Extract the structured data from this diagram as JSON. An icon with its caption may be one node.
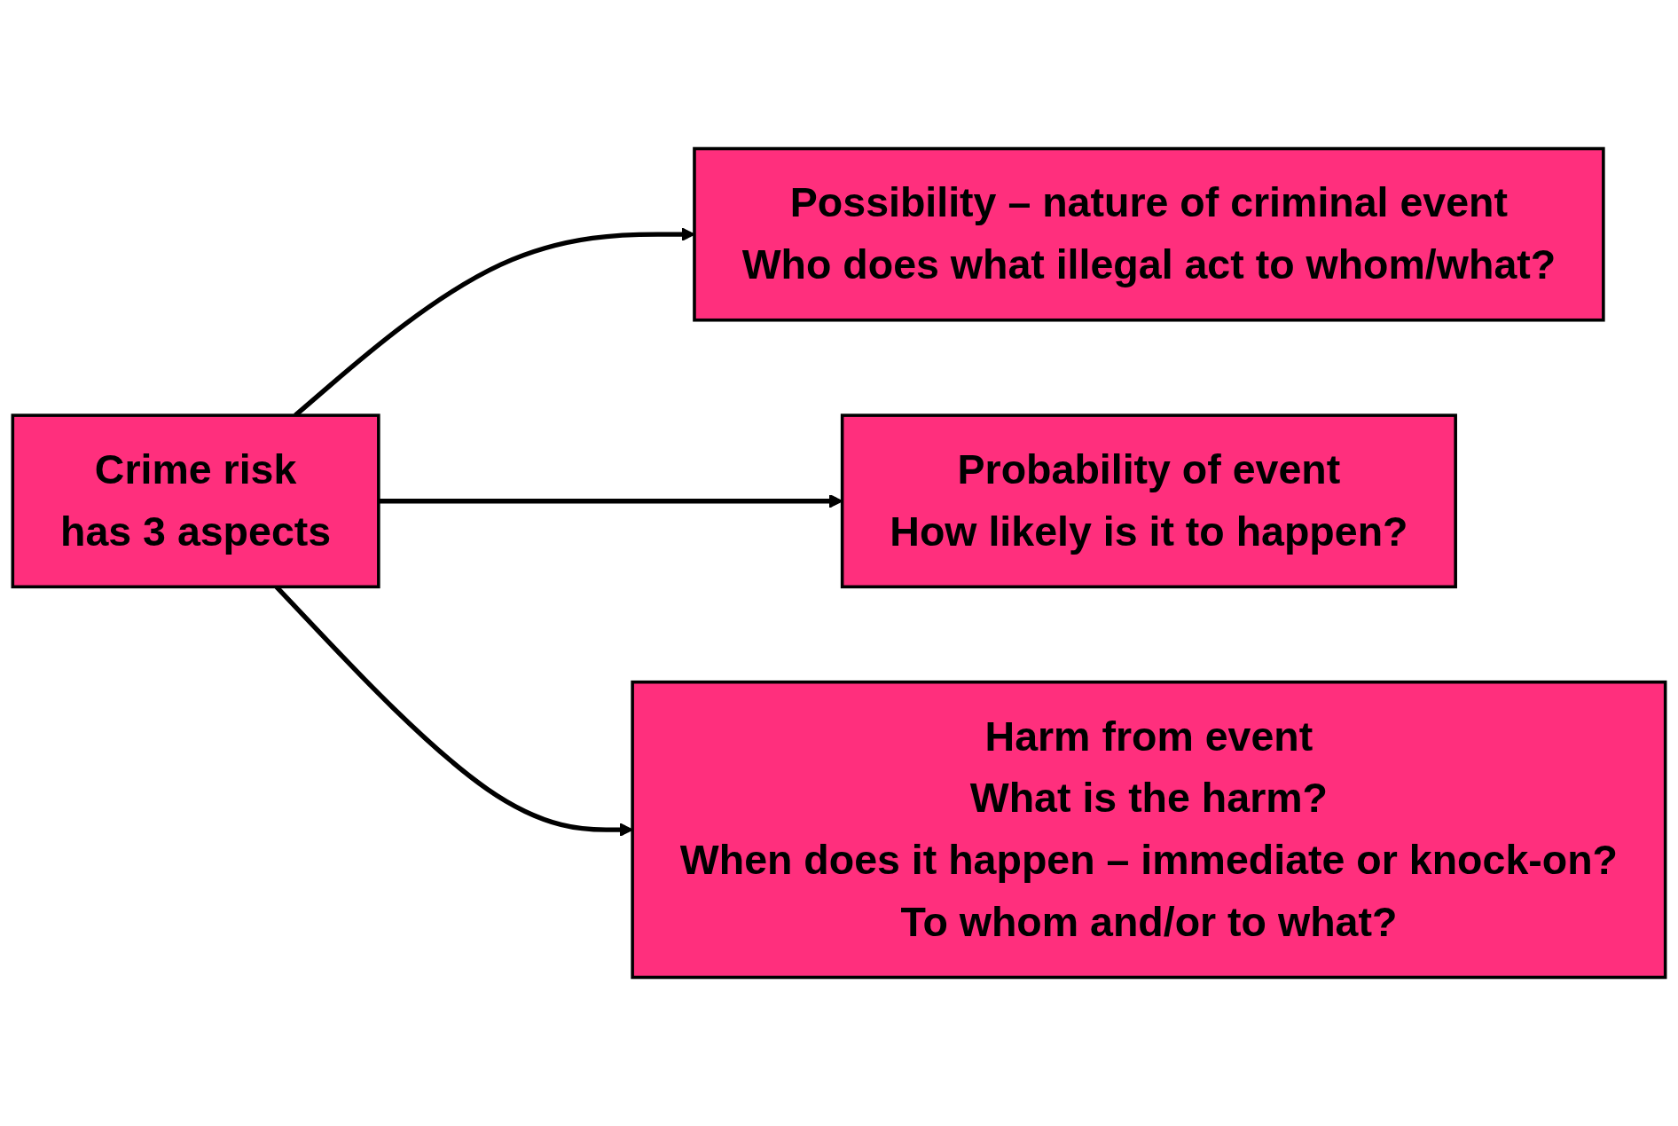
{
  "diagram": {
    "nodes": [
      {
        "text": [
          "Crime risk",
          "has 3 aspects"
        ]
      },
      {
        "text": [
          "Possibility – nature of criminal event",
          "Who does what illegal act to whom/what?"
        ]
      },
      {
        "text": [
          "Probability of event",
          "How likely is it to happen?"
        ]
      },
      {
        "text": [
          "Harm from event",
          "What is the harm?",
          "When does it happen – immediate or knock-on?",
          "To whom and/or to what?"
        ]
      }
    ],
    "edges": [
      {
        "from": 0,
        "to": 1,
        "arrow": "to"
      },
      {
        "from": 0,
        "to": 2,
        "arrow": "to"
      },
      {
        "from": 0,
        "to": 3,
        "arrow": "to"
      }
    ]
  }
}
